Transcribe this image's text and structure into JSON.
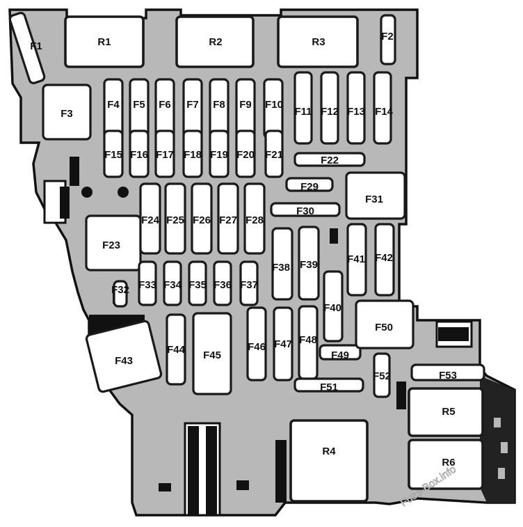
{
  "colors": {
    "housing": "#b8b8b8",
    "outline": "#111111",
    "component_fill": "#ffffff",
    "label": "#111111"
  },
  "fuses": [
    "F1",
    "F2",
    "F3",
    "F4",
    "F5",
    "F6",
    "F7",
    "F8",
    "F9",
    "F10",
    "F11",
    "F12",
    "F13",
    "F14",
    "F15",
    "F16",
    "F17",
    "F18",
    "F19",
    "F20",
    "F21",
    "F22",
    "F23",
    "F24",
    "F25",
    "F26",
    "F27",
    "F28",
    "F29",
    "F30",
    "F31",
    "F32",
    "F33",
    "F34",
    "F35",
    "F36",
    "F37",
    "F38",
    "F39",
    "F40",
    "F41",
    "F42",
    "F43",
    "F44",
    "F45",
    "F46",
    "F47",
    "F48",
    "F49",
    "F50",
    "F51",
    "F52",
    "F53"
  ],
  "relays": [
    "R1",
    "R2",
    "R3",
    "R4",
    "R5",
    "R6"
  ],
  "watermark": "Fuse-Box.info"
}
